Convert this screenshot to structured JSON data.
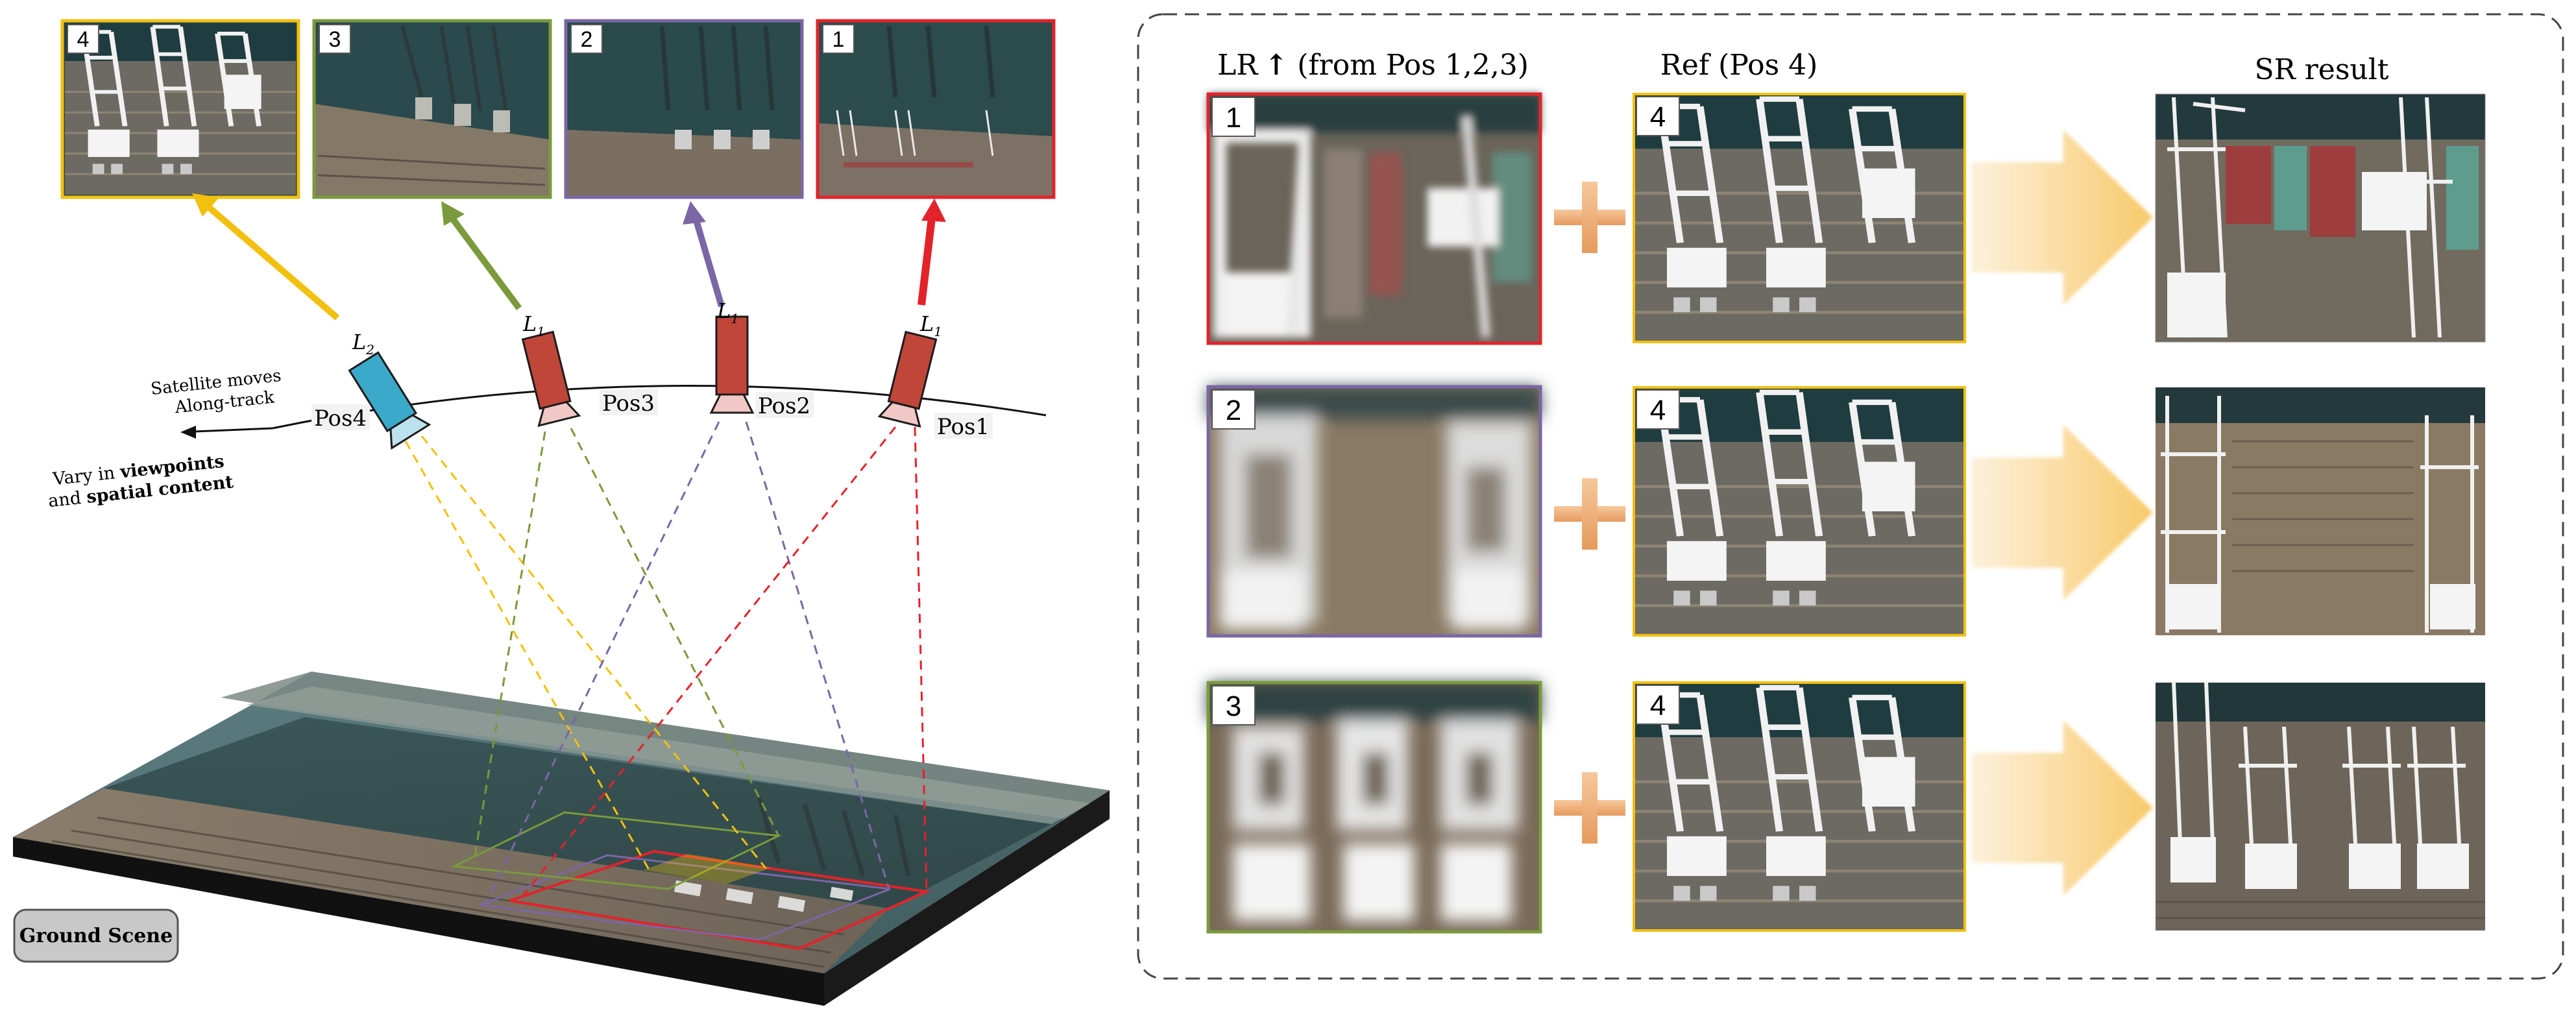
{
  "top_thumbnails": [
    {
      "label": "4",
      "color": "#f2c00f"
    },
    {
      "label": "3",
      "color": "#7a9a3b"
    },
    {
      "label": "2",
      "color": "#7b66a6"
    },
    {
      "label": "1",
      "color": "#e3232a"
    }
  ],
  "satellites": [
    {
      "pos_label": "Pos4",
      "lens_label": "L",
      "lens_sub": "2",
      "color": "#3ba9c9"
    },
    {
      "pos_label": "Pos3",
      "lens_label": "L",
      "lens_sub": "1",
      "color": "#c0463a"
    },
    {
      "pos_label": "Pos2",
      "lens_label": "L",
      "lens_sub": "1",
      "color": "#c0463a"
    },
    {
      "pos_label": "Pos1",
      "lens_label": "L",
      "lens_sub": "1",
      "color": "#c0463a"
    }
  ],
  "motion": {
    "line1": "Satellite moves",
    "line2": "Along-track",
    "vary_prefix": "Vary in ",
    "vary_bold1": "viewpoints",
    "and_prefix": "and ",
    "vary_bold2": "spatial content"
  },
  "ground_scene_label": "Ground Scene",
  "right_panel": {
    "col1_header_a": "LR",
    "col1_header_arrow": "↑",
    "col1_header_b": " (from Pos 1,2,3)",
    "col2_header": "Ref (Pos 4)",
    "col3_header": "SR result",
    "rows": [
      {
        "lr_label": "1",
        "lr_color": "#e3232a",
        "ref_label": "4"
      },
      {
        "lr_label": "2",
        "lr_color": "#7b66a6",
        "ref_label": "4"
      },
      {
        "lr_label": "3",
        "lr_color": "#7a9a3b",
        "ref_label": "4"
      }
    ]
  }
}
